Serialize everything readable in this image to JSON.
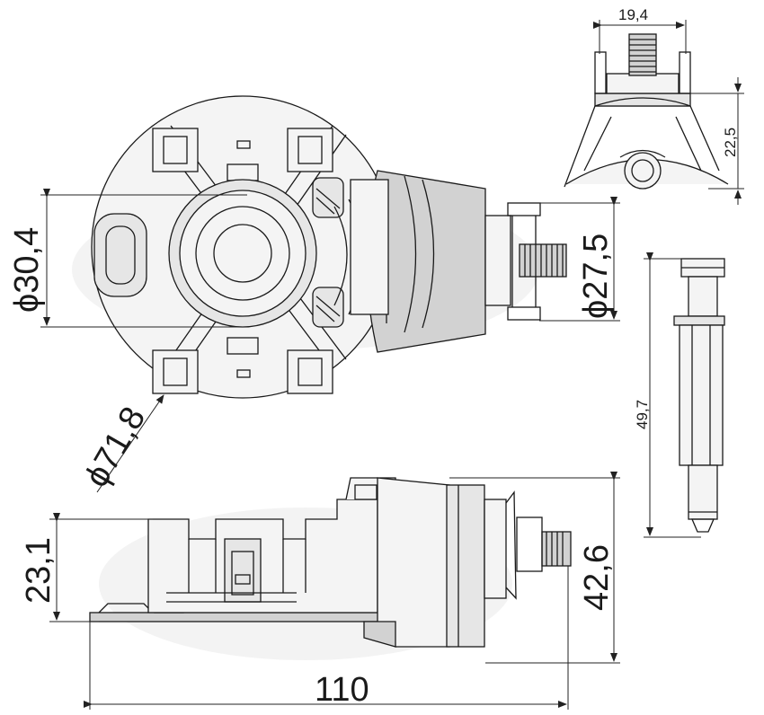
{
  "dimensions": {
    "d_30_4": "ϕ30,4",
    "d_71_8": "ϕ71,8",
    "d_27_5": "ϕ27,5",
    "w_19_4": "19,4",
    "h_22_5": "22,5",
    "l_49_7": "49,7",
    "h_23_1": "23,1",
    "h_42_6": "42,6",
    "l_110": "110"
  },
  "colors": {
    "line": "#1a1a1a",
    "fill_light": "#f4f4f4",
    "fill_mid": "#e6e6e6",
    "fill_dark": "#d2d2d2"
  }
}
